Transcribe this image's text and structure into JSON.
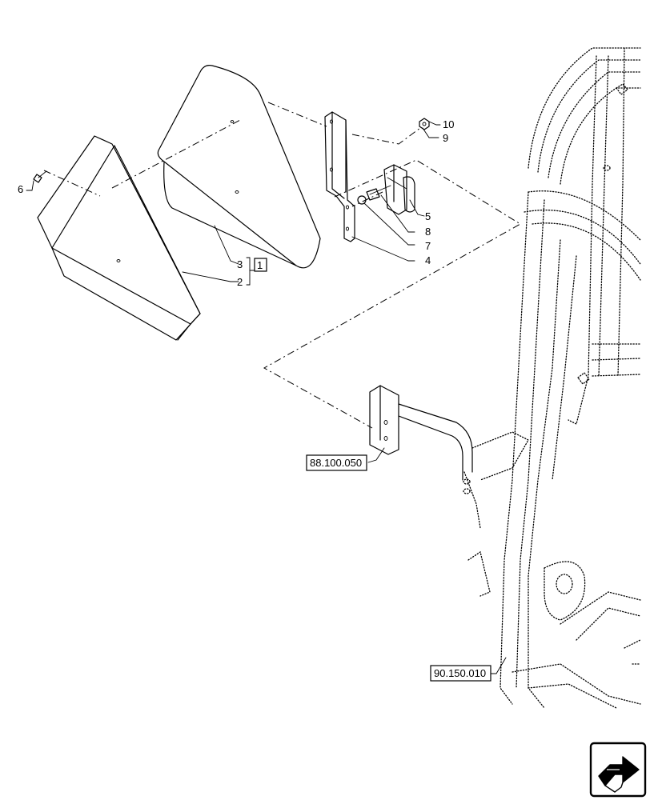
{
  "callouts": {
    "c1": "1",
    "c2": "2",
    "c3": "3",
    "c4": "4",
    "c5": "5",
    "c6": "6",
    "c7": "7",
    "c8": "8",
    "c9": "9",
    "c10": "10"
  },
  "references": {
    "ref_a": "88.100.050",
    "ref_b": "90.150.010"
  },
  "nav": {
    "icon": "next-page-arrow-icon"
  }
}
